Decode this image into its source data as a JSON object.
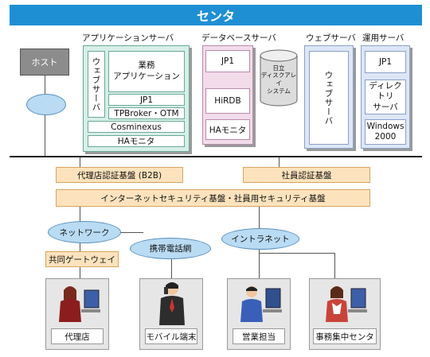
{
  "title": "センタ",
  "servers": {
    "host": "ホスト",
    "app": {
      "label": "アプリケーションサーバ",
      "web": "ウェブサーバ",
      "business_app": "業務\nアプリケーション",
      "jp1": "JP1",
      "tpbroker": "TPBroker・OTM",
      "cosminexus": "Cosminexus",
      "ha": "HAモニタ"
    },
    "db": {
      "label": "データベースサーバ",
      "jp1": "JP1",
      "hirdb": "HiRDB",
      "ha": "HAモニタ",
      "disk": "日立\nディスクアレイ\nシステム"
    },
    "web": {
      "label": "ウェブサーバ",
      "inner": "ウェブサーバ"
    },
    "ops": {
      "label": "運用サーバ",
      "jp1": "JP1",
      "directory": "ディレクトリ\nサーバ",
      "windows": "Windows\n2000"
    }
  },
  "security": {
    "agency_auth": "代理店認証基盤 (B2B)",
    "employee_auth": "社員認証基盤",
    "internet_security": "インターネットセキュリティ基盤・社員用セキュリティ基盤"
  },
  "networks": {
    "network": "ネットワーク",
    "mobile": "携帯電話網",
    "intranet": "イントラネット",
    "gateway": "共同ゲートウェイ"
  },
  "clients": [
    {
      "label": "代理店"
    },
    {
      "label": "モバイル端末"
    },
    {
      "label": "営業担当"
    },
    {
      "label": "事務集中センタ"
    }
  ]
}
